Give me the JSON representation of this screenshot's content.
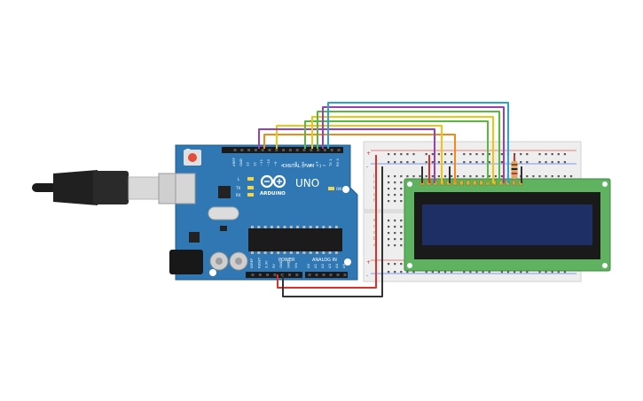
{
  "board": {
    "brand": "ARDUINO",
    "model": "UNO",
    "header_digital": "DIGITAL (PWM ~)",
    "header_power": "POWER",
    "header_analog": "ANALOG IN",
    "label_on": "ON",
    "label_l": "L",
    "label_tx": "TX",
    "label_rx": "RX",
    "digital_pins": [
      "AREF",
      "GND",
      "13",
      "12",
      "~11",
      "~10",
      "~9",
      "8",
      "7",
      "~6",
      "~5",
      "4",
      "~3",
      "2",
      "TX 1",
      "RX 0"
    ],
    "power_pins": [
      "IOREF",
      "RESET",
      "3.3V",
      "5V",
      "GND",
      "GND",
      "Vin"
    ],
    "analog_pins": [
      "A0",
      "A1",
      "A2",
      "A3",
      "A4",
      "A5"
    ]
  },
  "breadboard": {
    "row_letters": [
      "a",
      "b",
      "c",
      "d",
      "e",
      "f",
      "g",
      "h",
      "i",
      "j"
    ],
    "rail_plus": "+",
    "rail_minus": "-"
  },
  "colors": {
    "board_blue": "#2f78b4",
    "lcd_green": "#5fb260",
    "lcd_screen": "#1e2f66",
    "wire_red": "#d8322b",
    "wire_black": "#333333",
    "wire_orange": "#f08a1a",
    "wire_yellow": "#f1c40f",
    "wire_green": "#5ab83c",
    "wire_purple": "#9b3fb5",
    "wire_blue": "#2aa3d0",
    "resistor": "#d9a86a"
  }
}
